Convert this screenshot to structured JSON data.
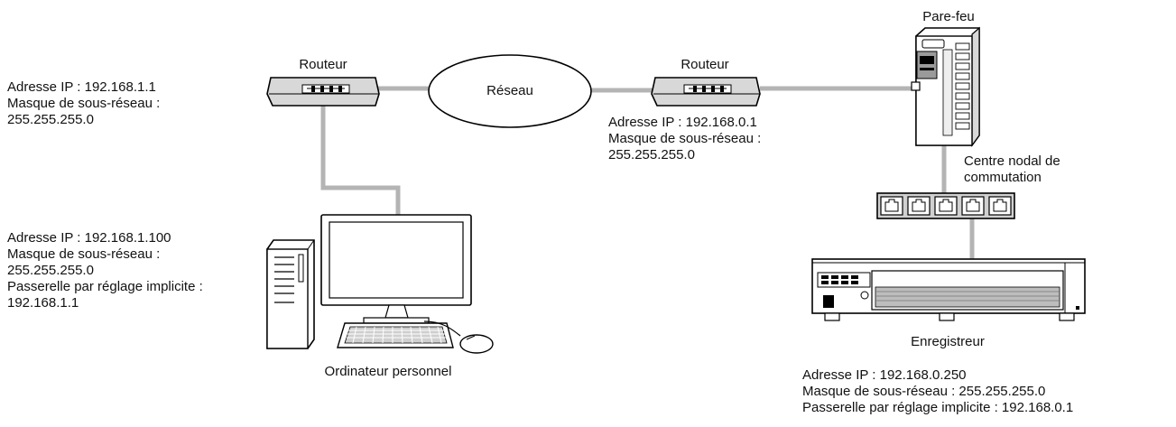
{
  "colors": {
    "link": "#b4b4b4",
    "device_stroke": "#000000",
    "device_fill": "#d8d8d8"
  },
  "router_left": {
    "title": "Routeur",
    "lines": [
      "Adresse IP : 192.168.1.1",
      "Masque de sous-réseau :",
      "255.255.255.0"
    ]
  },
  "network": {
    "label": "Réseau"
  },
  "router_right": {
    "title": "Routeur",
    "lines": [
      "Adresse IP : 192.168.0.1",
      "Masque de sous-réseau :",
      "255.255.255.0"
    ]
  },
  "firewall": {
    "title": "Pare-feu"
  },
  "hub": {
    "lines": [
      "Centre nodal de",
      "commutation"
    ]
  },
  "pc": {
    "lines": [
      "Adresse IP : 192.168.1.100",
      "Masque de sous-réseau :",
      "255.255.255.0",
      "Passerelle par réglage implicite :",
      "192.168.1.1"
    ],
    "caption": "Ordinateur personnel"
  },
  "recorder": {
    "caption": "Enregistreur",
    "lines": [
      "Adresse IP : 192.168.0.250",
      "Masque de sous-réseau : 255.255.255.0",
      "Passerelle par réglage implicite : 192.168.0.1"
    ]
  }
}
